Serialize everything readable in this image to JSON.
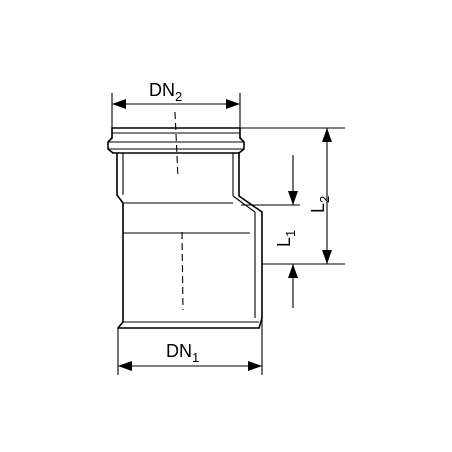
{
  "labels": {
    "dn2_main": "DN",
    "dn2_sub": "2",
    "dn1_main": "DN",
    "dn1_sub": "1",
    "l1_main": "L",
    "l1_sub": "1",
    "l2_main": "L",
    "l2_sub": "2"
  },
  "colors": {
    "stroke": "#000000",
    "background": "#ffffff"
  }
}
